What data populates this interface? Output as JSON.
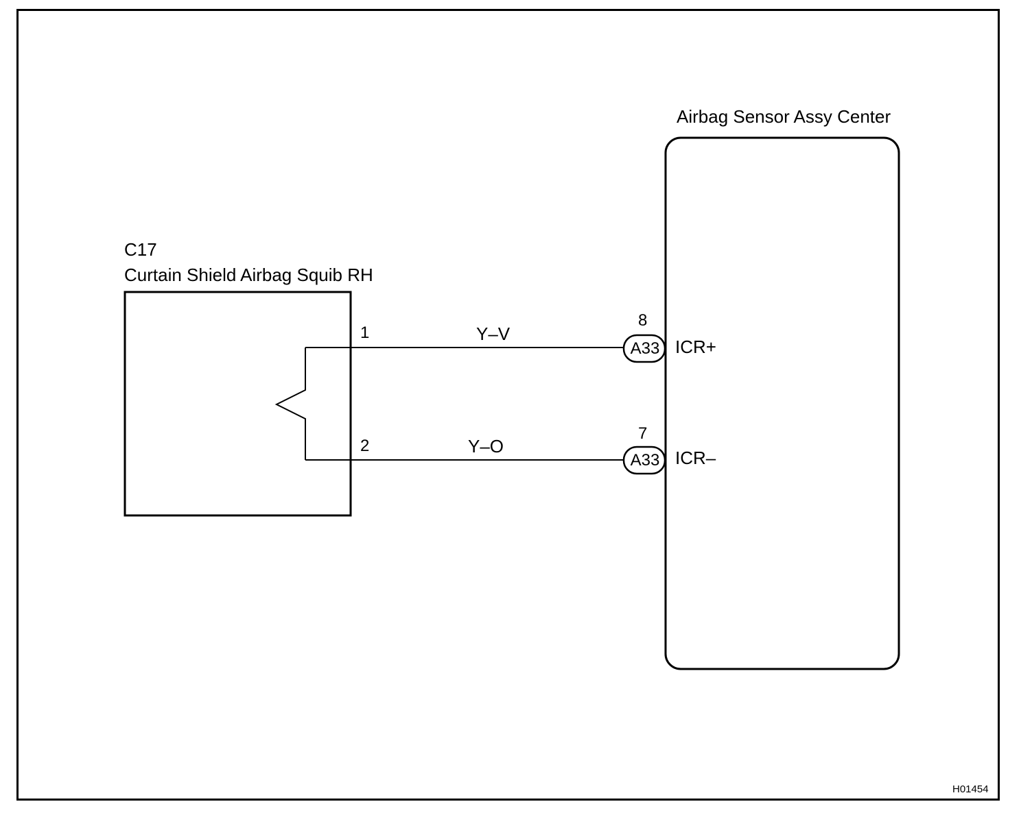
{
  "squib": {
    "code": "C17",
    "name": "Curtain Shield Airbag Squib RH",
    "pin_top": "1",
    "pin_bottom": "2"
  },
  "sensor": {
    "name": "Airbag Sensor Assy Center"
  },
  "wires": [
    {
      "color": "Y–V",
      "pin": "8",
      "connector": "A33",
      "terminal": "ICR+"
    },
    {
      "color": "Y–O",
      "pin": "7",
      "connector": "A33",
      "terminal": "ICR–"
    }
  ],
  "figure_code": "H01454"
}
